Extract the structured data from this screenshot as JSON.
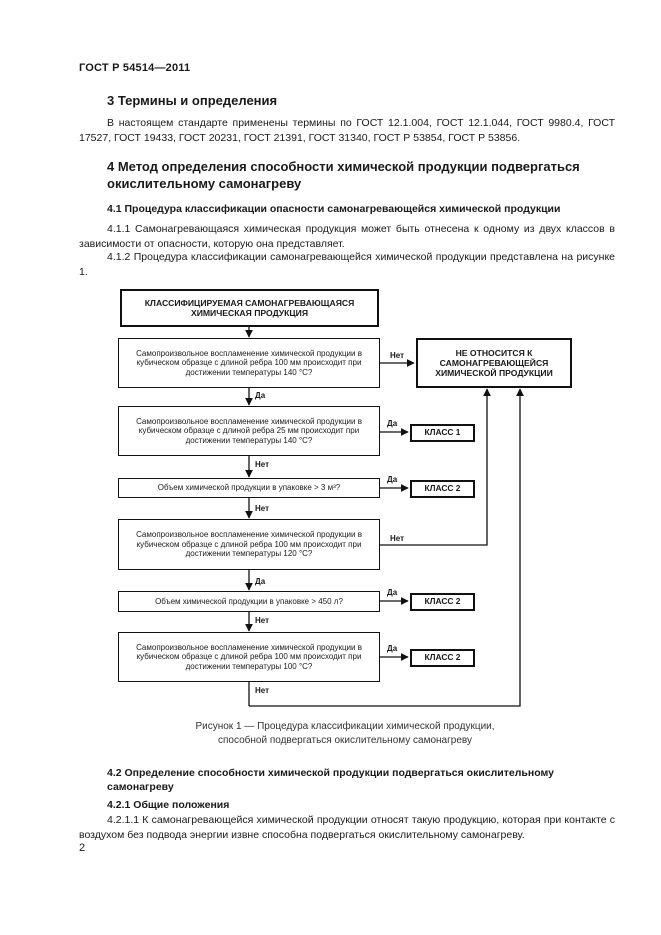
{
  "header": {
    "standard": "ГОСТ Р 54514—2011"
  },
  "section3": {
    "title": "3 Термины и определения",
    "text": "В настоящем стандарте применены термины по ГОСТ 12.1.004, ГОСТ 12.1.044, ГОСТ 9980.4, ГОСТ 17527, ГОСТ 19433, ГОСТ 20231, ГОСТ 21391, ГОСТ 31340, ГОСТ Р 53854, ГОСТ Р 53856."
  },
  "section4": {
    "title_line1": "4 Метод определения способности химической продукции подвергаться",
    "title_line2": "окислительному самонагреву",
    "s41_title": "4.1 Процедура классификации опасности самонагревающейся химической продукции",
    "p411": "4.1.1 Самонагревающаяся химическая продукция может быть отнесена к одному из двух классов в зависимости от опасности, которую она представляет.",
    "p412": "4.1.2 Процедура классификации самонагревающейся химической продукции представлена на рисунке 1."
  },
  "flowchart": {
    "top_box": "КЛАССИФИЦИРУЕМАЯ САМОНАГРЕВАЮЩАЯСЯ ХИМИЧЕСКАЯ ПРОДУКЦИЯ",
    "q1": "Самопроизвольное воспламенение химической продукции в кубическом образце с длиной ребра 100 мм происходит при достижении температуры 140 °С?",
    "q2": "Самопроизвольное воспламенение химической продукции в кубическом образце с длиной ребра 25 мм происходит при достижении температуры 140 °С?",
    "q3": "Объем химической продукции в упаковке > 3 м³?",
    "q4": "Самопроизвольное воспламенение химической продукции в кубическом образце с длиной ребра 100 мм происходит при достижении температуры 120 °С?",
    "q5": "Объем химической продукции в упаковке > 450 л?",
    "q6": "Самопроизвольное воспламенение химической продукции в кубическом образце с длиной ребра 100 мм происходит при достижении температуры 100 °С?",
    "not_related": "НЕ ОТНОСИТСЯ К САМОНАГРЕВАЮЩЕЙСЯ ХИМИЧЕСКОЙ ПРОДУКЦИИ",
    "class1": "КЛАСС 1",
    "class2": "КЛАСС 2",
    "yes": "Да",
    "no": "Нет"
  },
  "figure_caption": {
    "line1": "Рисунок 1 — Процедура классификации химической продукции,",
    "line2": "способной подвергаться окислительному самонагреву"
  },
  "section42": {
    "title_line1": "4.2 Определение способности химической продукции подвергаться окислительному",
    "title_line2": "самонагреву",
    "s421_title": "4.2.1 Общие положения",
    "p4211": "4.2.1.1 К самонагревающейся химической продукции относят такую продукцию, которая при контакте с воздухом без подвода энергии извне способна подвергаться окислительному самонагреву."
  },
  "page_number": "2"
}
